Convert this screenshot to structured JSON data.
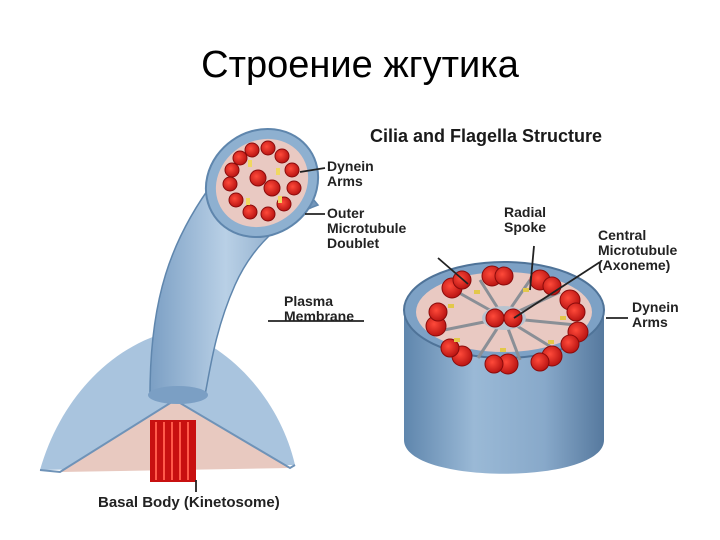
{
  "title": "Строение жгутика",
  "figure": {
    "heading": "Cilia and Flagella Structure",
    "labels": {
      "dynein_arms_left": "Dynein\nArms",
      "outer_microtubule_doublet": "Outer\nMicrotubule\nDoublet",
      "plasma_membrane": "Plasma\nMembrane",
      "radial_spoke": "Radial\nSpoke",
      "central_microtubule": "Central\nMicrotubule\n(Axoneme)",
      "dynein_arms_right": "Dynein\nArms",
      "basal_body": "Basal Body (Kinetosome)"
    },
    "colors": {
      "membrane": "#9ab9d6",
      "membrane_dark": "#6f93b8",
      "interior": "#e9c9c2",
      "microtubule": "#d91414",
      "spoke": "#8a8f96",
      "dynein": "#e3c84a"
    }
  }
}
